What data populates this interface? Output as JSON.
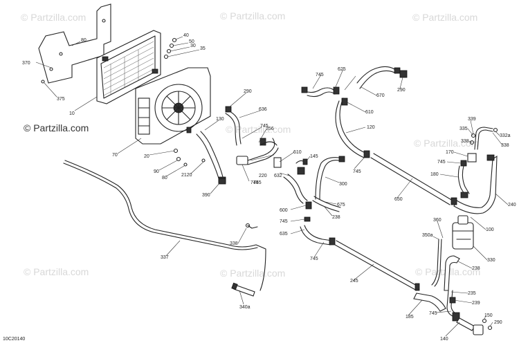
{
  "diagram_code": "10C20140",
  "watermark": "© Partzilla.com",
  "callouts": [
    "370",
    "80",
    "375",
    "40",
    "50",
    "30",
    "35",
    "10",
    "70",
    "20",
    "90",
    "80",
    "2120",
    "290",
    "130",
    "636",
    "745",
    "256",
    "745",
    "610",
    "220",
    "745",
    "145",
    "390",
    "632",
    "300",
    "675",
    "238",
    "600",
    "745",
    "635",
    "745",
    "625",
    "745",
    "670",
    "290",
    "610",
    "120",
    "745",
    "650",
    "339",
    "335",
    "332a",
    "338",
    "338",
    "170",
    "745",
    "180",
    "240",
    "100",
    "360",
    "350a",
    "330",
    "238",
    "245",
    "337",
    "338",
    "340a",
    "235",
    "239",
    "185",
    "745",
    "150",
    "290",
    "140"
  ]
}
